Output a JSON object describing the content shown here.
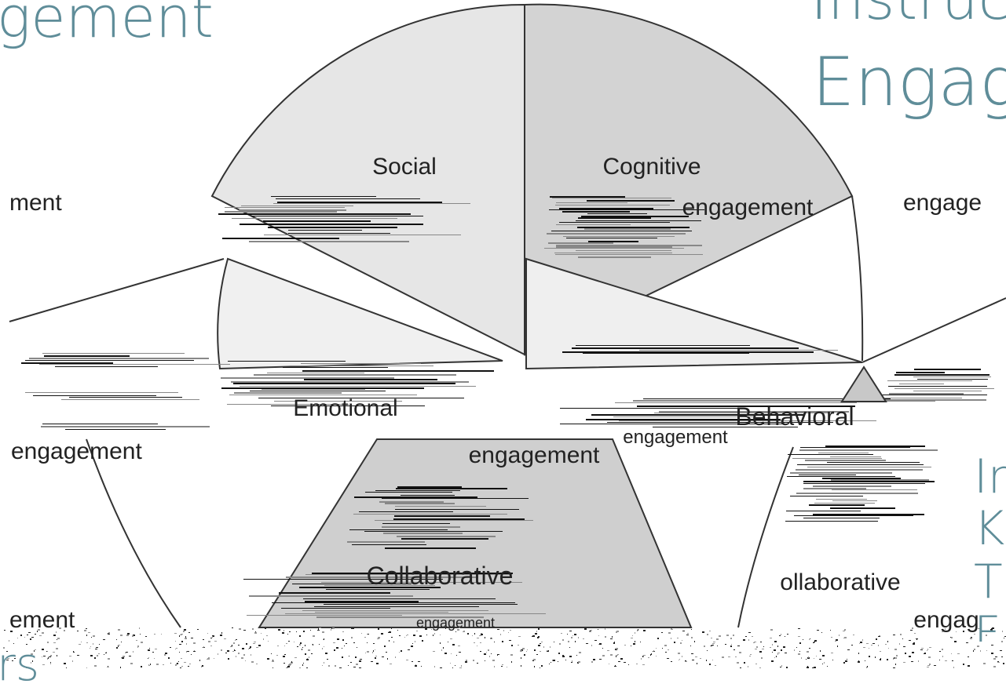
{
  "colors": {
    "heading": "#5f8d99",
    "wedge_light": "#e6e6e6",
    "wedge_mid": "#d3d3d3",
    "wedge_dark": "#c4c4c4",
    "outline": "#333333",
    "noise": "#222222"
  },
  "headings": {
    "top_left": "gement",
    "top_right_line1": "Instruc",
    "top_right_line2": "Engag",
    "bottom_left": "rs",
    "right_stack": [
      "In",
      "K",
      "T",
      "F"
    ]
  },
  "wedges": {
    "social": "Social",
    "cognitive": "Cognitive",
    "cognitive_engagement": "engagement",
    "emotional": "Emotional",
    "emotional_engagement": "engagement",
    "behavioral": "Behavioral",
    "behavioral_engagement": "engagement",
    "collaborative": "Collaborative",
    "collaborative_partial": "ollaborative",
    "collaborative_engagement": "engagement",
    "left_engagement_top": "ment",
    "left_engagement_mid": "engagement",
    "left_engagement_bottom": "ement",
    "right_engagement_top": "engage",
    "right_engagement_bottom": "engag"
  },
  "icons": {
    "center_marker": "triangle-icon"
  }
}
